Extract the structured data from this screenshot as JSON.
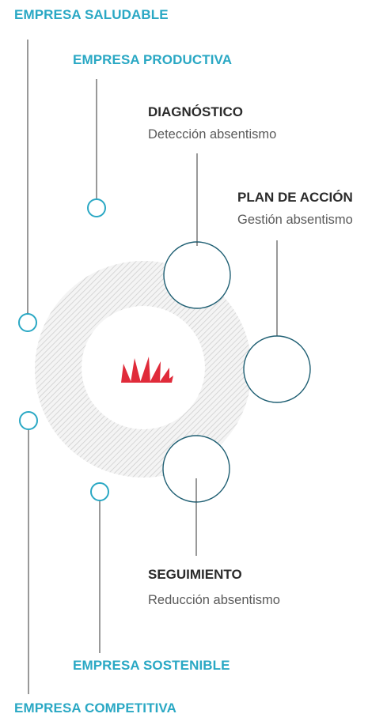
{
  "labels": {
    "saludable": "EMPRESA SALUDABLE",
    "productiva": "EMPRESA PRODUCTIVA",
    "sostenible": "EMPRESA SOSTENIBLE",
    "competitiva": "EMPRESA COMPETITIVA"
  },
  "stages": {
    "diagnostico": {
      "title": "DIAGNÓSTICO",
      "subtitle": "Detección absentismo"
    },
    "plan": {
      "title": "PLAN DE ACCIÓN",
      "subtitle": "Gestión absentismo"
    },
    "seguimiento": {
      "title": "SEGUIMIENTO",
      "subtitle": "Reducción absentismo"
    }
  },
  "colors": {
    "cyan": "#2aa8c4",
    "teal_circle": "#1f5f73",
    "ring": "#c8c8c8",
    "logo_red": "#e02b3a",
    "line": "#333333"
  },
  "icons": {
    "center_logo": "red-fan-logo"
  }
}
